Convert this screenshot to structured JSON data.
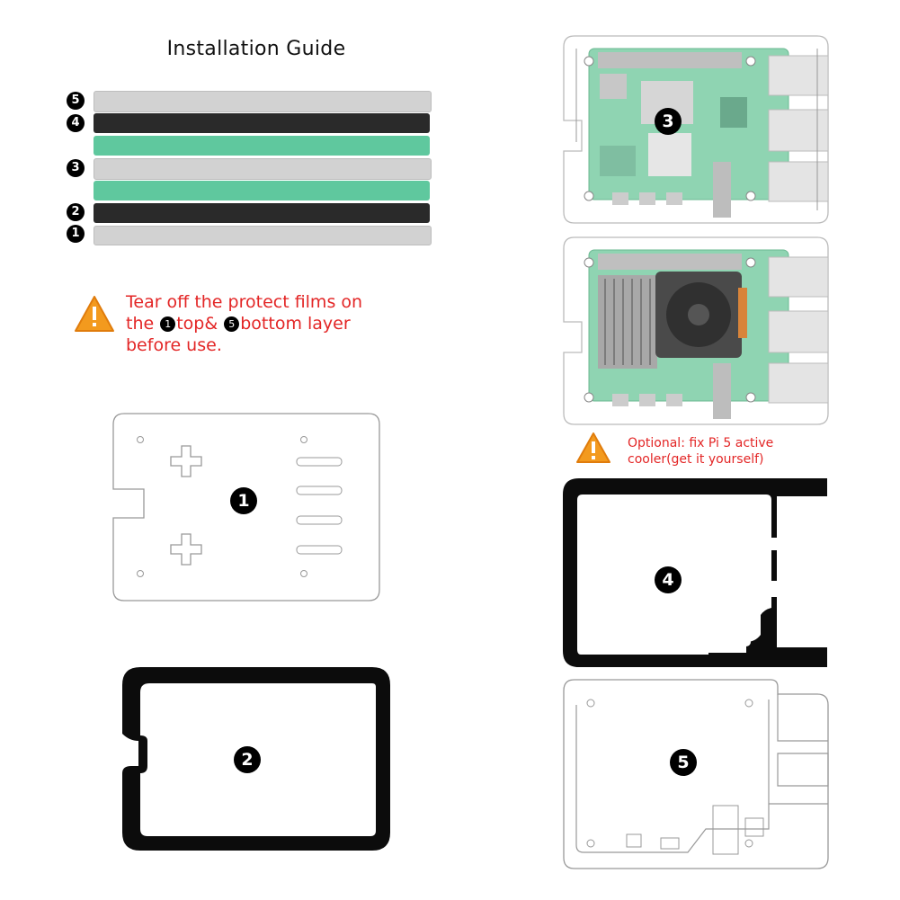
{
  "title": "Installation Guide",
  "stack": {
    "layers": [
      {
        "label": "5",
        "color": "#d2d2d2"
      },
      {
        "label": "4",
        "color": "#2a2a2a"
      },
      {
        "label": "",
        "color": "#5fc89e"
      },
      {
        "label": "3",
        "color": "#d2d2d2"
      },
      {
        "label": "",
        "color": "#5fc89e"
      },
      {
        "label": "2",
        "color": "#2a2a2a"
      },
      {
        "label": "1",
        "color": "#d2d2d2"
      }
    ]
  },
  "warning_main": {
    "line1": "Tear off the protect films on",
    "line2_a": "the ",
    "line2_num1": "1",
    "line2_b": "top& ",
    "line2_num2": "5",
    "line2_c": "bottom layer",
    "line3": "before use."
  },
  "warning_optional": {
    "line1": "Optional: fix Pi 5 active",
    "line2": "cooler(get it yourself)"
  },
  "plates": {
    "p1": "1",
    "p2": "2",
    "p3": "3",
    "p4": "4",
    "p5": "5"
  },
  "colors": {
    "warning_red": "#e32626",
    "warning_orange": "#f39a1e",
    "board_green": "#8fd4b2",
    "heatsink": "#9a9a9a",
    "fan": "#4a4a4a"
  }
}
